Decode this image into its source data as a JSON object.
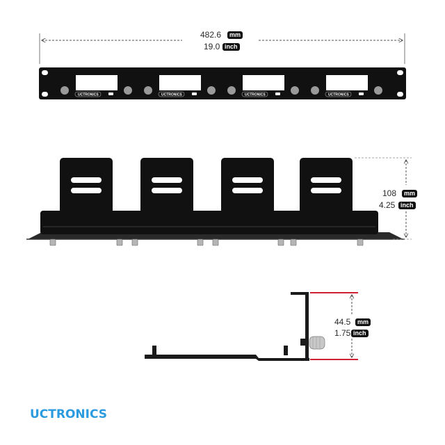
{
  "brand": {
    "logo_text": "UCTRONICS",
    "logo_color": "#2b9be0"
  },
  "panel": {
    "slot_label": "UCTRONICS",
    "slot_count": 4
  },
  "dimensions": {
    "width": {
      "mm_value": "482.6",
      "mm_unit": "mm",
      "inch_value": "19.0",
      "inch_unit": "inch"
    },
    "height": {
      "mm_value": "108",
      "mm_unit": "mm",
      "inch_value": "4.25",
      "inch_unit": "inch"
    },
    "rack_height": {
      "mm_value": "44.5",
      "mm_unit": "mm",
      "inch_value": "1.75",
      "inch_unit": "inch"
    }
  },
  "colors": {
    "body": "#111111",
    "hole": "#9a9a9a",
    "dimension_line": "#555555",
    "rack_marker": "#cc2233"
  }
}
